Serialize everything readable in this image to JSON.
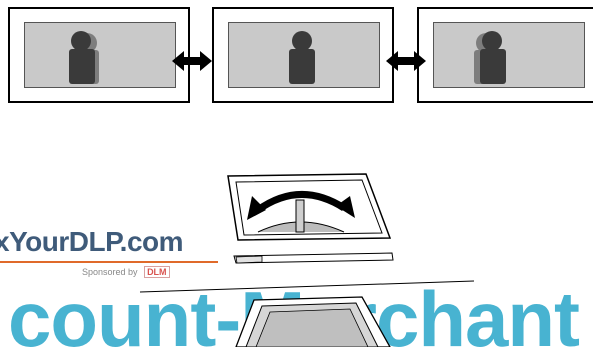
{
  "watermark": {
    "brand": "xYourDLP.com",
    "sponsored": "Sponsored by",
    "sponsor_logo": "DLM",
    "big_text": "count-Merchant"
  },
  "diagram": {
    "panels": [
      "left-shifted",
      "center",
      "right-shifted"
    ],
    "icons": [
      "double-arrow-icon",
      "lens-shift-dial-icon",
      "lever-icon"
    ]
  }
}
